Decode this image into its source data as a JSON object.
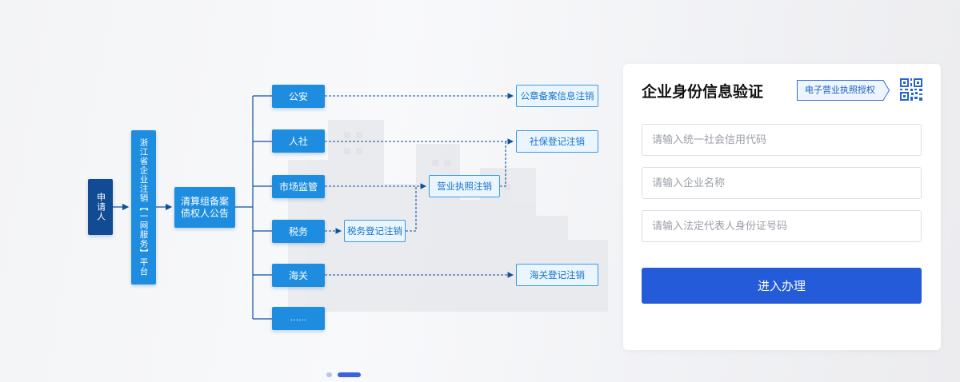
{
  "flow": {
    "applicant": "申请人",
    "platform": "浙江省企业注销【一网服务】平台",
    "notice": "清算组备案\n债权人公告",
    "departments": {
      "police": "公安",
      "social": "人社",
      "market": "市场监管",
      "tax": "税务",
      "customs": "海关",
      "more": "……"
    },
    "outcomes": {
      "seal": "公章备案信息注销",
      "social_reg": "社保登记注销",
      "license": "营业执照注销",
      "tax_reg": "税务登记注销",
      "customs_reg": "海关登记注销"
    }
  },
  "carousel": {
    "active_index": 1,
    "count": 2
  },
  "card": {
    "title": "企业身份信息验证",
    "auth_badge": "电子营业执照授权",
    "qr_icon": "qr-code-icon",
    "fields": {
      "credit_code": {
        "placeholder": "请输入统一社会信用代码",
        "value": ""
      },
      "company_name": {
        "placeholder": "请输入企业名称",
        "value": ""
      },
      "legal_id": {
        "placeholder": "请输入法定代表人身份证号码",
        "value": ""
      }
    },
    "submit_label": "进入办理"
  },
  "colors": {
    "accent": "#245bd8",
    "box_blue": "#1e8de0",
    "box_dark": "#114b93",
    "outline_bg": "#eaf5ff"
  }
}
